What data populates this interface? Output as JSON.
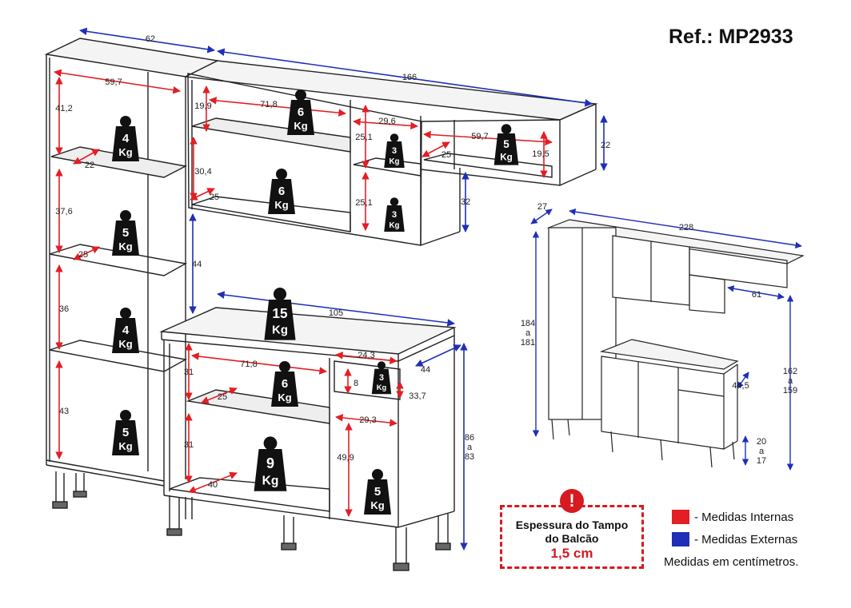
{
  "ref": "Ref.: MP2933",
  "colors": {
    "internal": "#e31e24",
    "external": "#1f2fb8",
    "cabinet_line": "#222222",
    "weight_tag": "#111111"
  },
  "legend": {
    "internal_label": "- Medidas Internas",
    "external_label": "- Medidas Externas",
    "units_note": "Medidas em centímetros."
  },
  "warning": {
    "icon": "!",
    "line1": "Espessura do Tampo",
    "line2": "do Balcão",
    "value": "1,5 cm"
  },
  "external_dims": {
    "tall_width": "62",
    "upper_width": "166",
    "upper_height": "22",
    "upper_drop": "32",
    "gap_height": "44",
    "counter_width": "105",
    "counter_depth": "44",
    "counter_height_line1": "86",
    "counter_height_line2": "a",
    "counter_height_line3": "83"
  },
  "internal_dims": {
    "tall_shelf_width": "59,7",
    "tall_h1": "41,2",
    "tall_depth1": "22",
    "tall_h2": "37,6",
    "tall_depth2": "25",
    "tall_h3": "36",
    "tall_h4": "43",
    "upper_left_h": "19,9",
    "upper_left_w": "71,8",
    "upper_left_h2": "30,4",
    "upper_left_depth": "25",
    "upper_mid_w": "29,6",
    "upper_mid_h1": "25,1",
    "upper_mid_h2": "25,1",
    "upper_right_w": "59,7",
    "upper_right_depth": "25",
    "upper_right_h": "19,5",
    "counter_h1": "31",
    "counter_w": "71,8",
    "counter_depth1": "25",
    "counter_h2": "31",
    "counter_depth2": "40",
    "drawer_w": "24,3",
    "drawer_h": "8",
    "drawer_depth": "33,7",
    "counter_right_w": "29,3",
    "counter_right_h": "49,9"
  },
  "weights": [
    {
      "n": "4",
      "u": "Kg"
    },
    {
      "n": "5",
      "u": "Kg"
    },
    {
      "n": "4",
      "u": "Kg"
    },
    {
      "n": "5",
      "u": "Kg"
    },
    {
      "n": "6",
      "u": "Kg"
    },
    {
      "n": "6",
      "u": "Kg"
    },
    {
      "n": "3",
      "u": "Kg"
    },
    {
      "n": "3",
      "u": "Kg"
    },
    {
      "n": "5",
      "u": "Kg"
    },
    {
      "n": "15",
      "u": "Kg"
    },
    {
      "n": "6",
      "u": "Kg"
    },
    {
      "n": "3",
      "u": "Kg"
    },
    {
      "n": "9",
      "u": "Kg"
    },
    {
      "n": "5",
      "u": "Kg"
    }
  ],
  "overview_dims": {
    "depth": "27",
    "width": "228",
    "tall_height_line1": "184",
    "tall_height_line2": "a",
    "tall_height_line3": "181",
    "niche_width": "61",
    "total_height_line1": "162",
    "total_height_line2": "a",
    "total_height_line3": "159",
    "counter_depth": "44,5",
    "leg_height_line1": "20",
    "leg_height_line2": "a",
    "leg_height_line3": "17"
  }
}
